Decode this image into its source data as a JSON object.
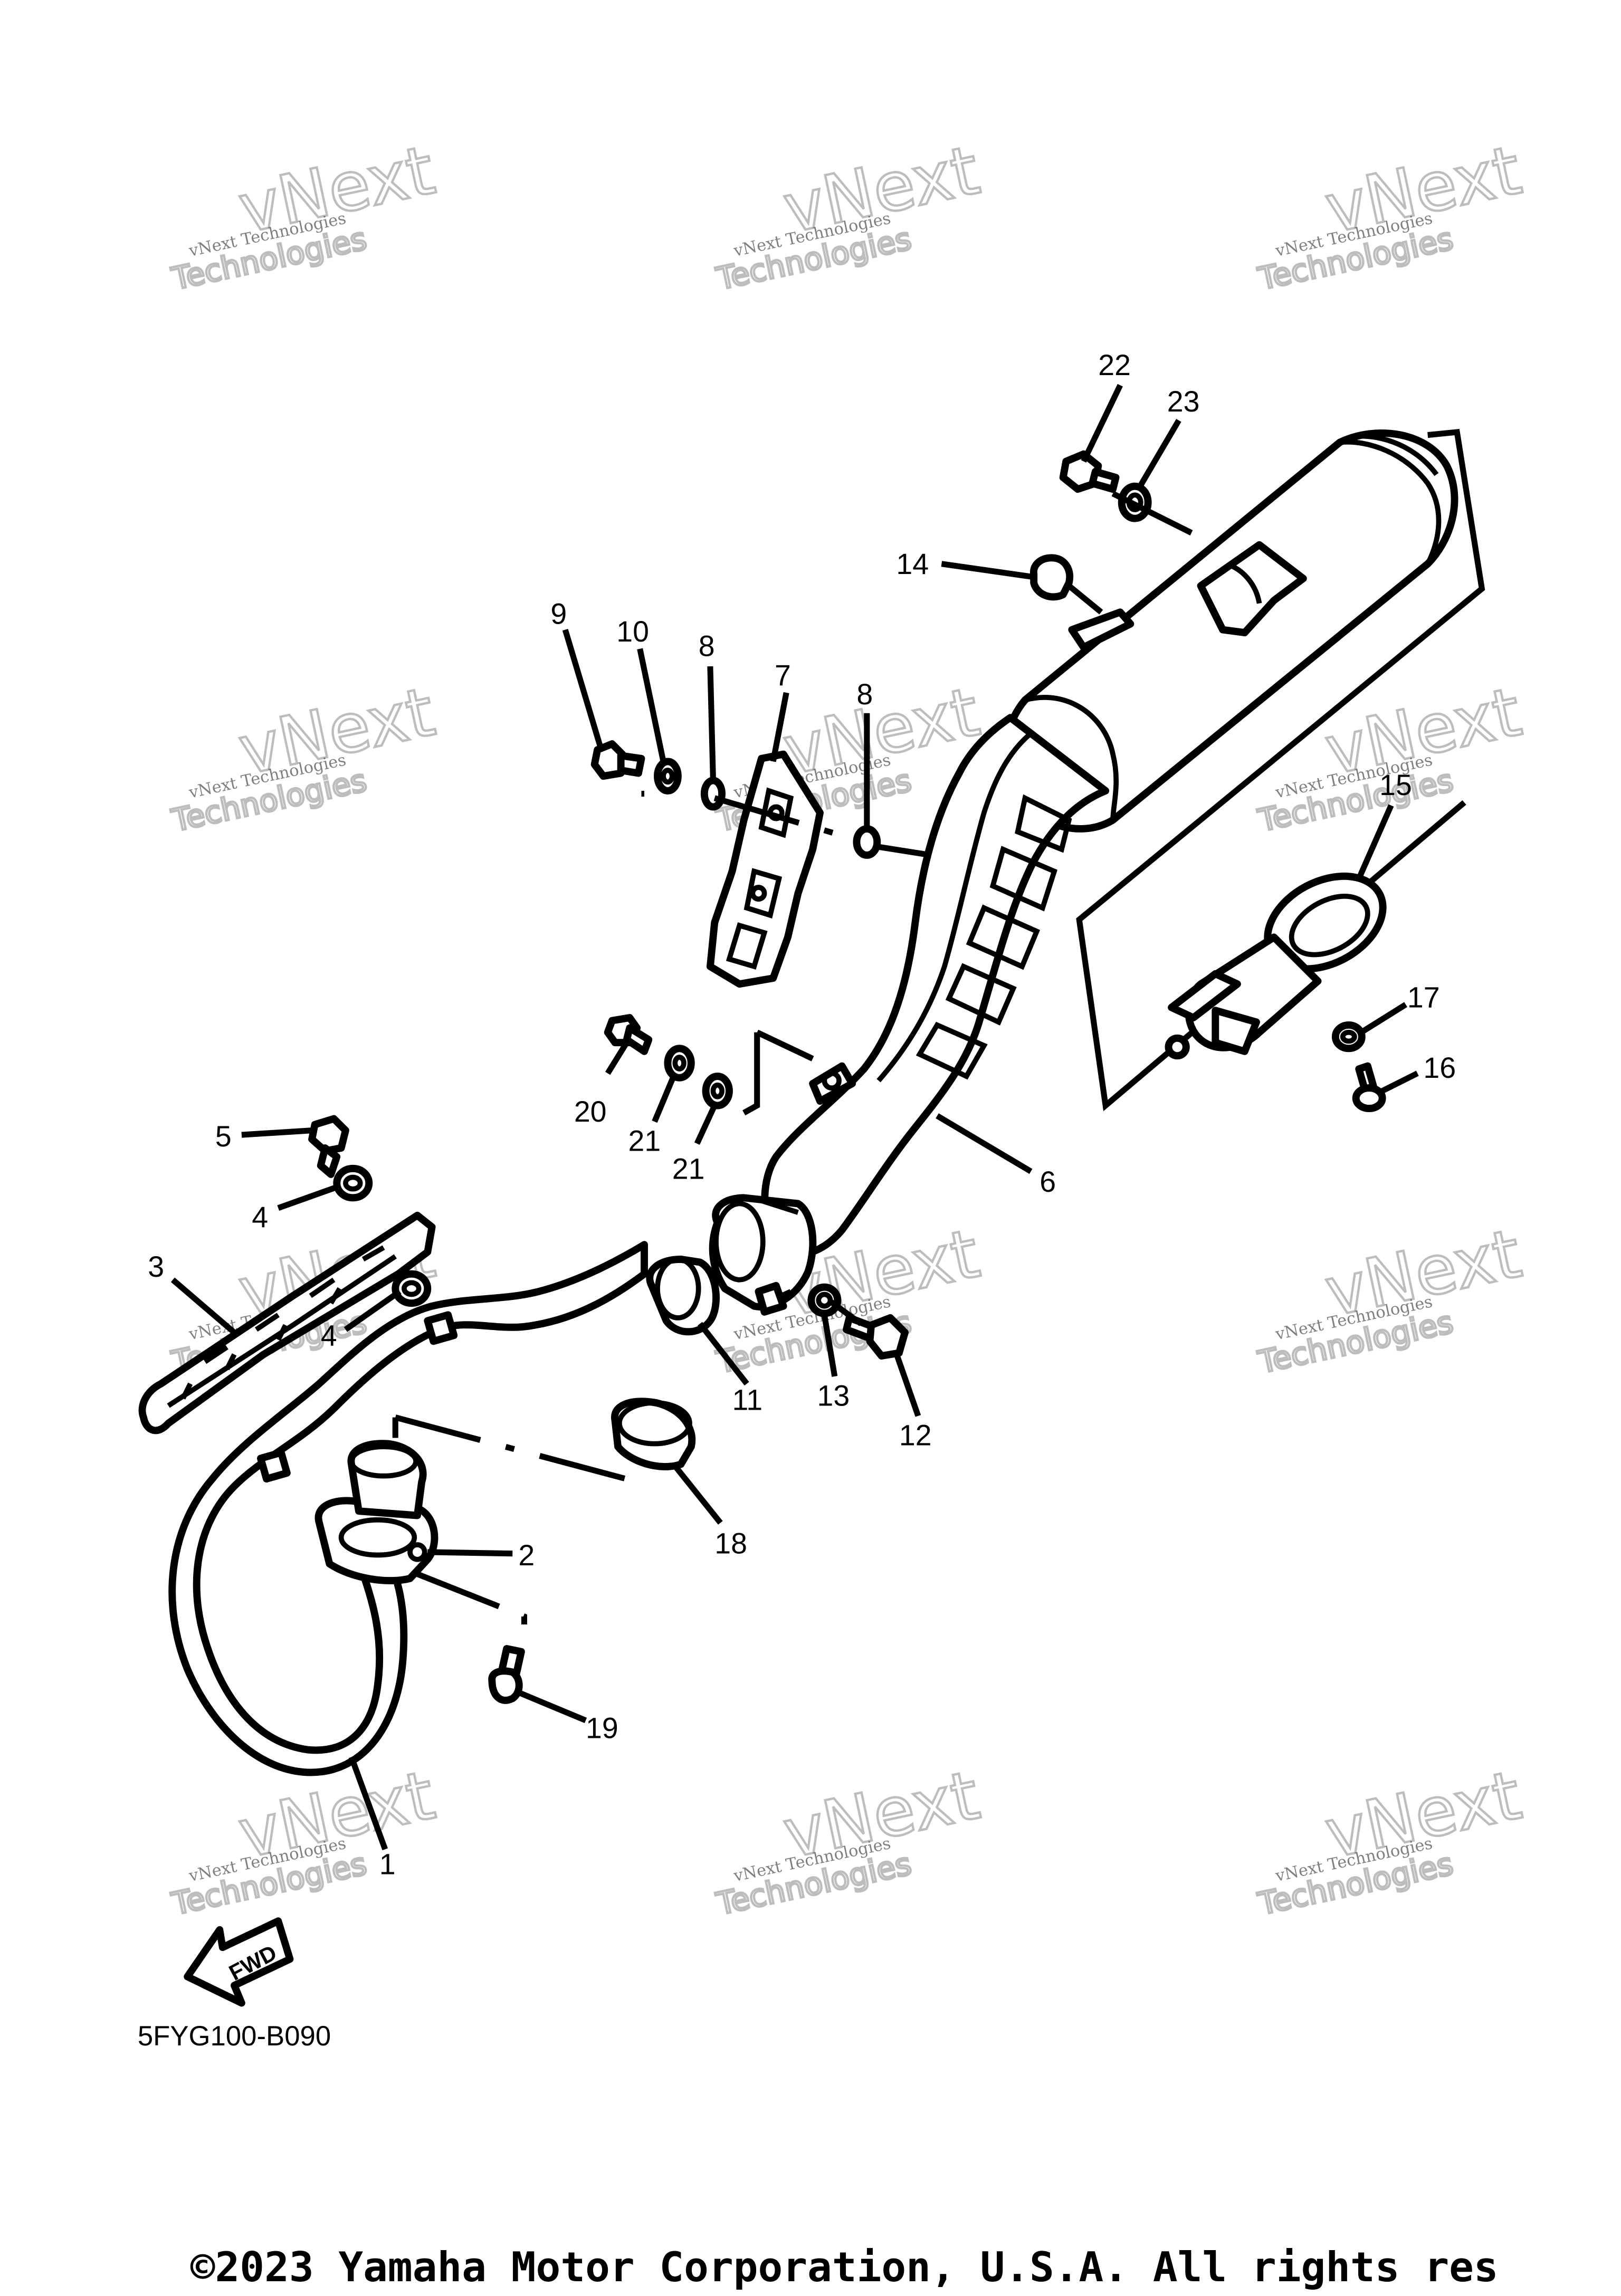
{
  "diagram": {
    "code": "5FYG100-B090",
    "fwd_label": "FWD",
    "copyright": "©2023 Yamaha Motor Corporation, U.S.A. All rights res",
    "watermark": {
      "line1": "vNext Technologies",
      "line2": "Technologies",
      "line3": "vNext"
    },
    "callouts": {
      "c1": "1",
      "c2": "2",
      "c3": "3",
      "c4a": "4",
      "c4b": "4",
      "c5": "5",
      "c6": "6",
      "c7": "7",
      "c8a": "8",
      "c8b": "8",
      "c9": "9",
      "c10": "10",
      "c11": "11",
      "c12": "12",
      "c13": "13",
      "c14": "14",
      "c15": "15",
      "c16": "16",
      "c17": "17",
      "c18": "18",
      "c19": "19",
      "c20": "20",
      "c21a": "21",
      "c21b": "21",
      "c22": "22",
      "c23": "23"
    }
  }
}
